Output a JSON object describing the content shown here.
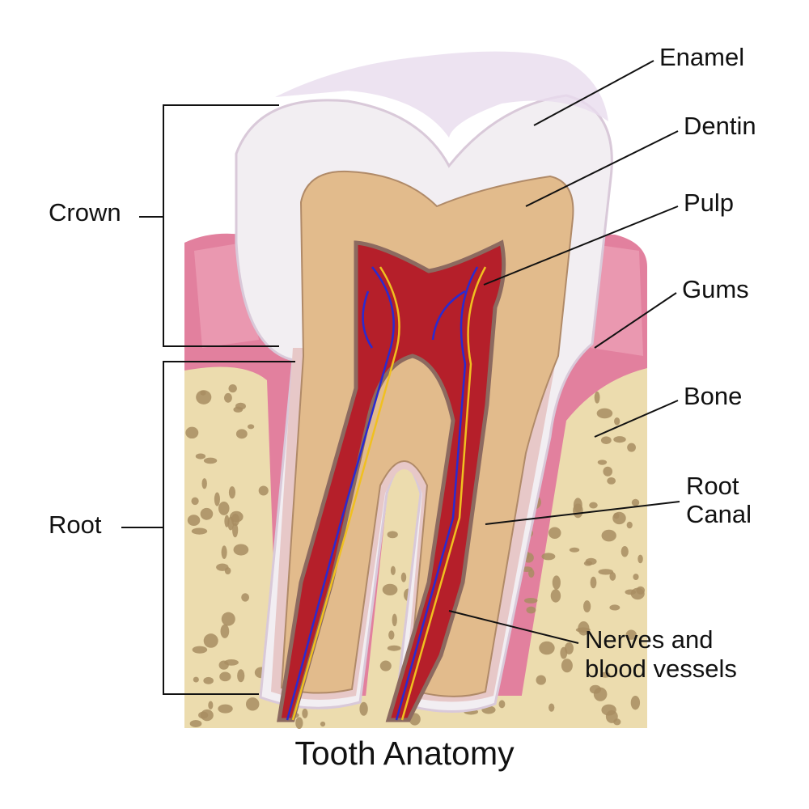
{
  "title": "Tooth Anatomy",
  "labels": {
    "enamel": "Enamel",
    "dentin": "Dentin",
    "pulp": "Pulp",
    "gums": "Gums",
    "bone": "Bone",
    "root_canal_line1": "Root",
    "root_canal_line2": "Canal",
    "nerves_line1": "Nerves and",
    "nerves_line2": "blood vessels",
    "crown": "Crown",
    "root": "Root"
  },
  "colors": {
    "bone": "#ecdcae",
    "bone_hole": "#a88d62",
    "gums": "#e2809e",
    "enamel": "#f2eef2",
    "dentin": "#e2bb8c",
    "pulp": "#b51f2a",
    "nerve": "#2a2ad0",
    "vessel": "#f0c020"
  }
}
